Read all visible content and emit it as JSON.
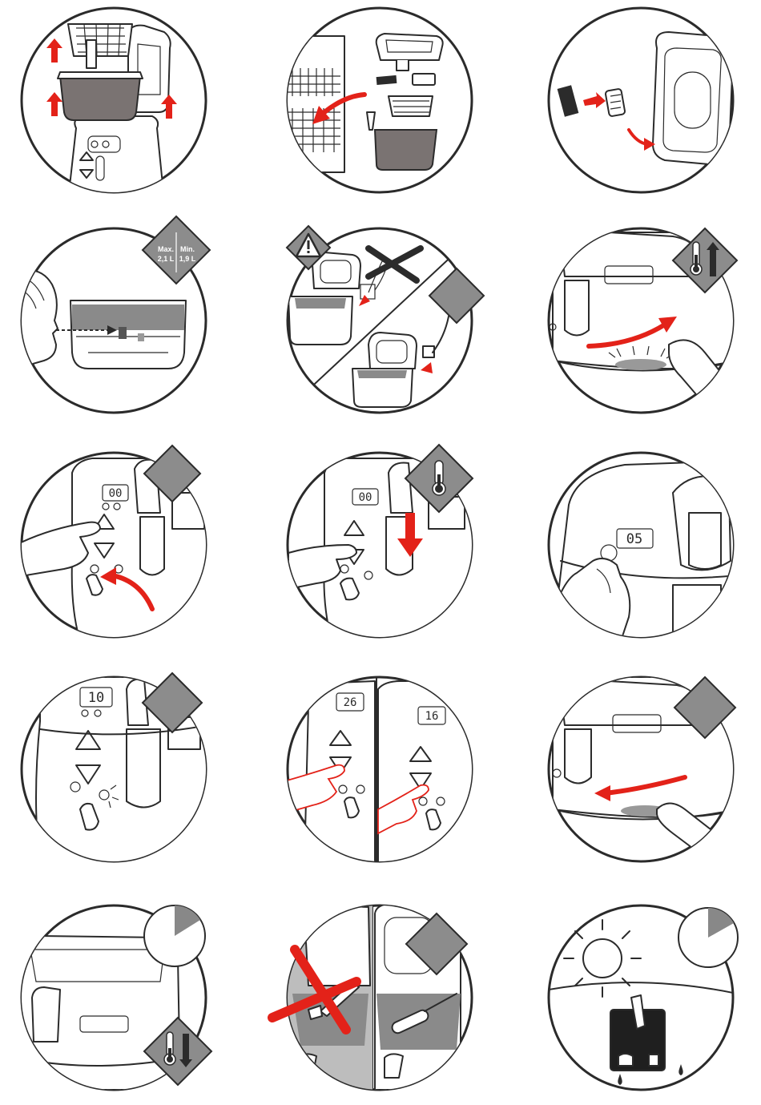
{
  "steps": [
    {
      "id": 1,
      "scene": "remove-basket-and-bowl"
    },
    {
      "id": 2,
      "scene": "dishwasher-parts"
    },
    {
      "id": 3,
      "scene": "insert-filter-in-lid"
    },
    {
      "id": 4,
      "scene": "oil-level-check",
      "max_label": "Max.",
      "max_value": "2,1 L",
      "min_label": "Min.",
      "min_value": "1,9 L"
    },
    {
      "id": 5,
      "scene": "plug-in-cord"
    },
    {
      "id": 6,
      "scene": "switch-on-heat-up"
    },
    {
      "id": 7,
      "scene": "set-temperature-down"
    },
    {
      "id": 8,
      "scene": "lower-basket"
    },
    {
      "id": 9,
      "scene": "press-timer",
      "display": "05"
    },
    {
      "id": 10,
      "scene": "timer-display",
      "display": "10"
    },
    {
      "id": 11,
      "scene": "adjust-timer"
    },
    {
      "id": 12,
      "scene": "switch-off"
    },
    {
      "id": 13,
      "scene": "cool-down"
    },
    {
      "id": 14,
      "scene": "clean-no-metal-utensils"
    },
    {
      "id": 15,
      "scene": "dry-filter"
    }
  ],
  "colors": {
    "arrow": "#e32219",
    "badge": "#8c8c8c",
    "outline": "#2b2b2b",
    "bowl": "#7a7372"
  },
  "icons": [
    "warning-icon",
    "thermometer-up-icon",
    "thermometer-icon",
    "thermometer-down-icon",
    "clock-icon",
    "sun-icon",
    "prohibited-icon"
  ]
}
